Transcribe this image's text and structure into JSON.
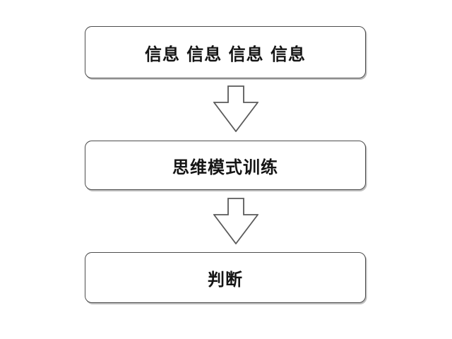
{
  "diagram": {
    "title": "",
    "type": "flowchart",
    "boxes": [
      {
        "id": "information",
        "label": "信息 信息 信息 信息"
      },
      {
        "id": "thinking-mode-training",
        "label": "思维模式训练"
      },
      {
        "id": "judgment",
        "label": "判断"
      }
    ],
    "connectors": [
      {
        "from": 0,
        "to": 1,
        "type": "block-down-arrow"
      },
      {
        "from": 1,
        "to": 2,
        "type": "block-down-arrow"
      }
    ],
    "colors": {
      "background": "#ffffff",
      "border": "#4d4d4d",
      "text": "#151515",
      "arrow-stroke": "#5a5a5a"
    }
  }
}
